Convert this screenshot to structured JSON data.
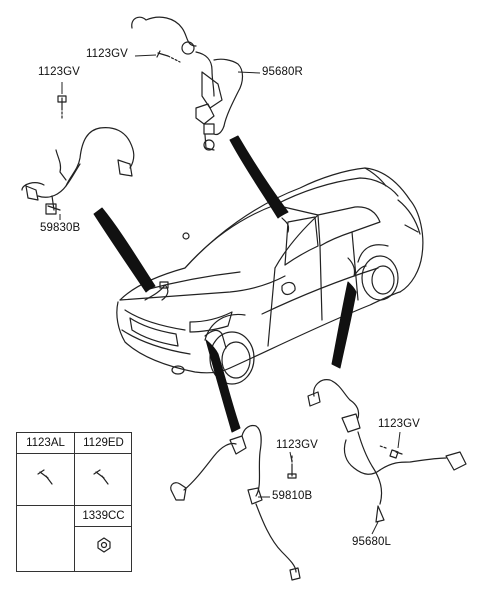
{
  "labels": {
    "gv_top": "1123GV",
    "gv_left": "1123GV",
    "r95680": "95680R",
    "b59830": "59830B",
    "gv_front": "1123GV",
    "b59810": "59810B",
    "gv_rear": "1123GV",
    "l95680": "95680L"
  },
  "legend": {
    "col1_header": "1123AL",
    "col2_header": "1129ED",
    "row2_header": "1339CC"
  },
  "icons": [
    "bolt-icon",
    "screw-icon",
    "nut-icon",
    "wheel-speed-sensor-icon",
    "car-outline-icon"
  ]
}
